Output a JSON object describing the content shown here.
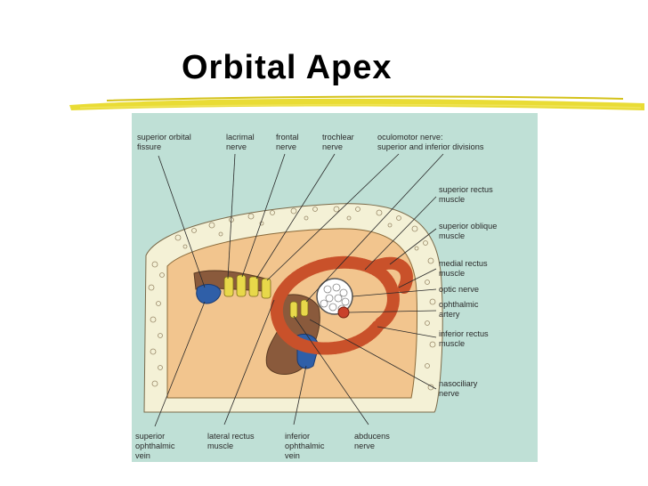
{
  "slide": {
    "title": "Orbital Apex"
  },
  "labels": {
    "superior_orbital_fissure": [
      "superior orbital",
      "fissure"
    ],
    "lacrimal_nerve": [
      "lacrimal",
      "nerve"
    ],
    "frontal_nerve": [
      "frontal",
      "nerve"
    ],
    "trochlear_nerve": [
      "trochlear",
      "nerve"
    ],
    "oculomotor_nerve": [
      "oculomotor nerve:",
      "superior and inferior divisions"
    ],
    "superior_rectus": [
      "superior rectus",
      "muscle"
    ],
    "superior_oblique": [
      "superior oblique",
      "muscle"
    ],
    "medial_rectus": [
      "medial rectus",
      "muscle"
    ],
    "optic_nerve": [
      "optic nerve"
    ],
    "ophthalmic_artery": [
      "ophthalmic",
      "artery"
    ],
    "inferior_rectus": [
      "inferior rectus",
      "muscle"
    ],
    "nasociliary_nerve": [
      "nasociliary",
      "nerve"
    ],
    "superior_ophthalmic_vein": [
      "superior",
      "ophthalmic",
      "vein"
    ],
    "lateral_rectus": [
      "lateral rectus",
      "muscle"
    ],
    "inferior_ophthalmic_vein": [
      "inferior",
      "ophthalmic",
      "vein"
    ],
    "abducens_nerve": [
      "abducens",
      "nerve"
    ]
  },
  "colors": {
    "background_panel": "#bfe0d6",
    "orbit_fill": "#f2c58e",
    "bone": "#f4f1d6",
    "muscle": "#c9512a",
    "vein": "#2f5fa8",
    "nerve": "#e8d84a",
    "brown_tissue": "#8a5a3c",
    "title_underline": "#e8da2a"
  },
  "icons": [
    "title-underline-brush"
  ]
}
